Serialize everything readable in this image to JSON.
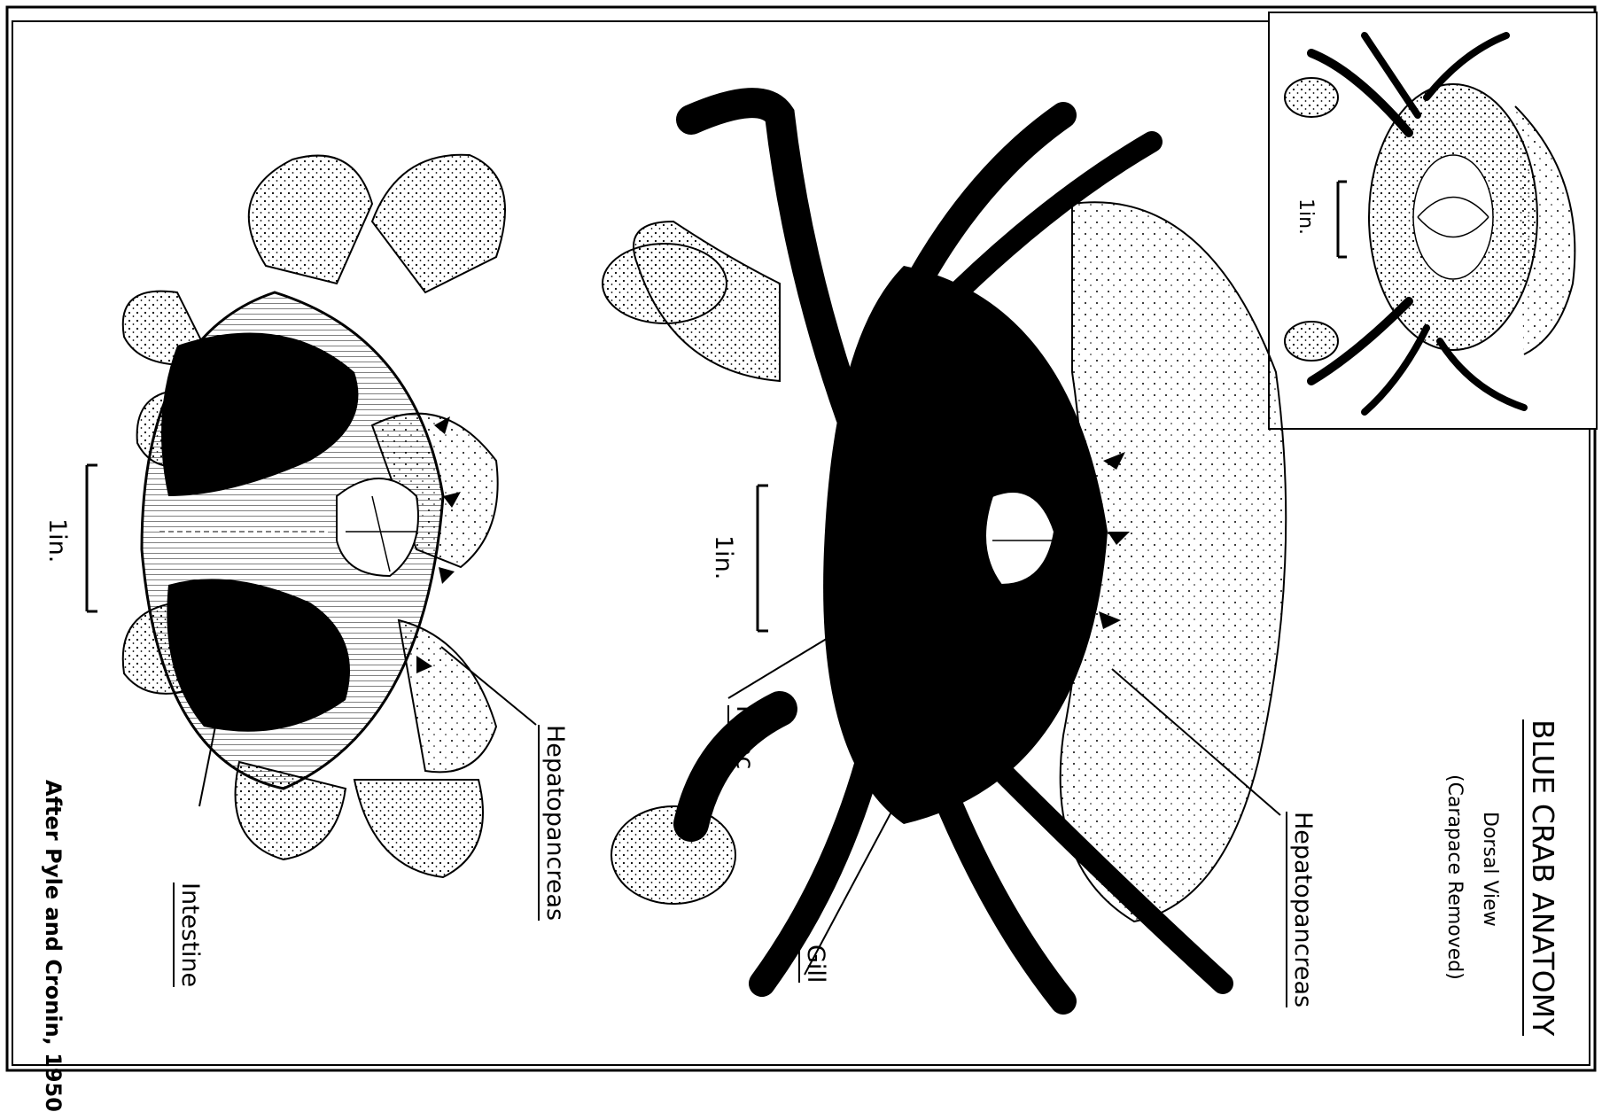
{
  "figure": {
    "title": "BLUE CRAB ANATOMY",
    "subtitle": "Dorsal View",
    "subtitle2": "(Carapace Removed)",
    "credit": "After Pyle and Cronin, 1950",
    "scale_label": "1in.",
    "labels": {
      "left_hepatopancreas": "Hepatopancreas",
      "left_intestine": "Intestine",
      "center_planc": "Planc",
      "center_gill": "Gill",
      "right_hepatopancreas": "Hepatopancreas"
    }
  },
  "colors": {
    "ink": "#000000",
    "paper": "#ffffff"
  }
}
